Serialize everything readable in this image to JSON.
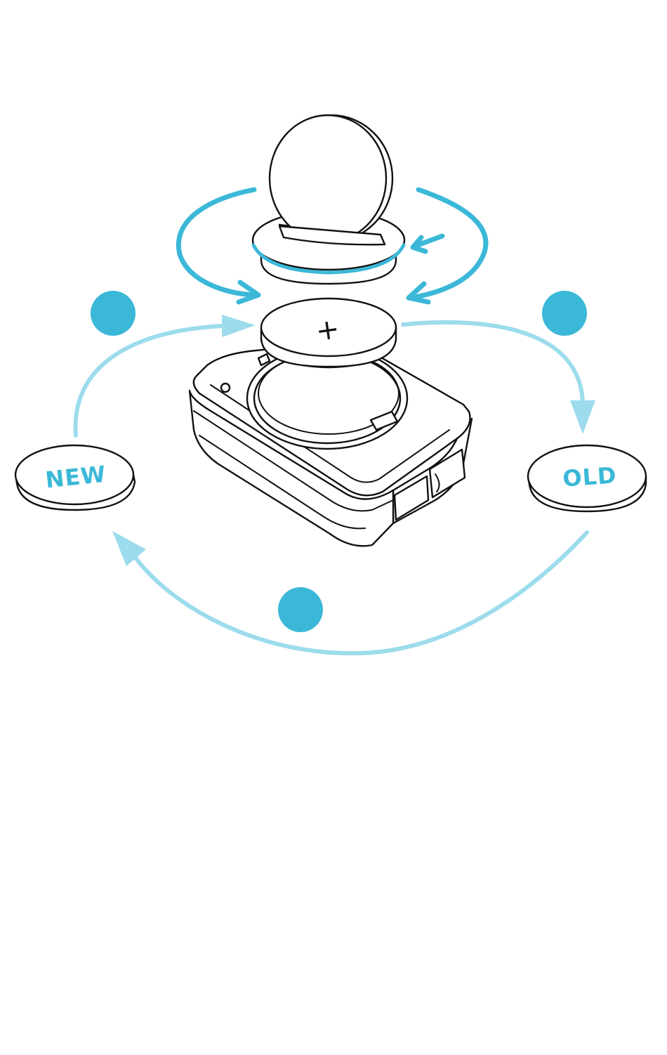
{
  "labels": {
    "new_coin": "NEW",
    "old_coin": "OLD",
    "plus_sign": "+"
  },
  "colors": {
    "accent_dark": "#3bb8d8",
    "accent_light": "#9cdcec",
    "line": "#111111",
    "background": "#ffffff"
  },
  "step_markers": [
    {
      "name": "step-marker-left",
      "label": ""
    },
    {
      "name": "step-marker-right",
      "label": ""
    },
    {
      "name": "step-marker-bottom",
      "label": ""
    }
  ]
}
